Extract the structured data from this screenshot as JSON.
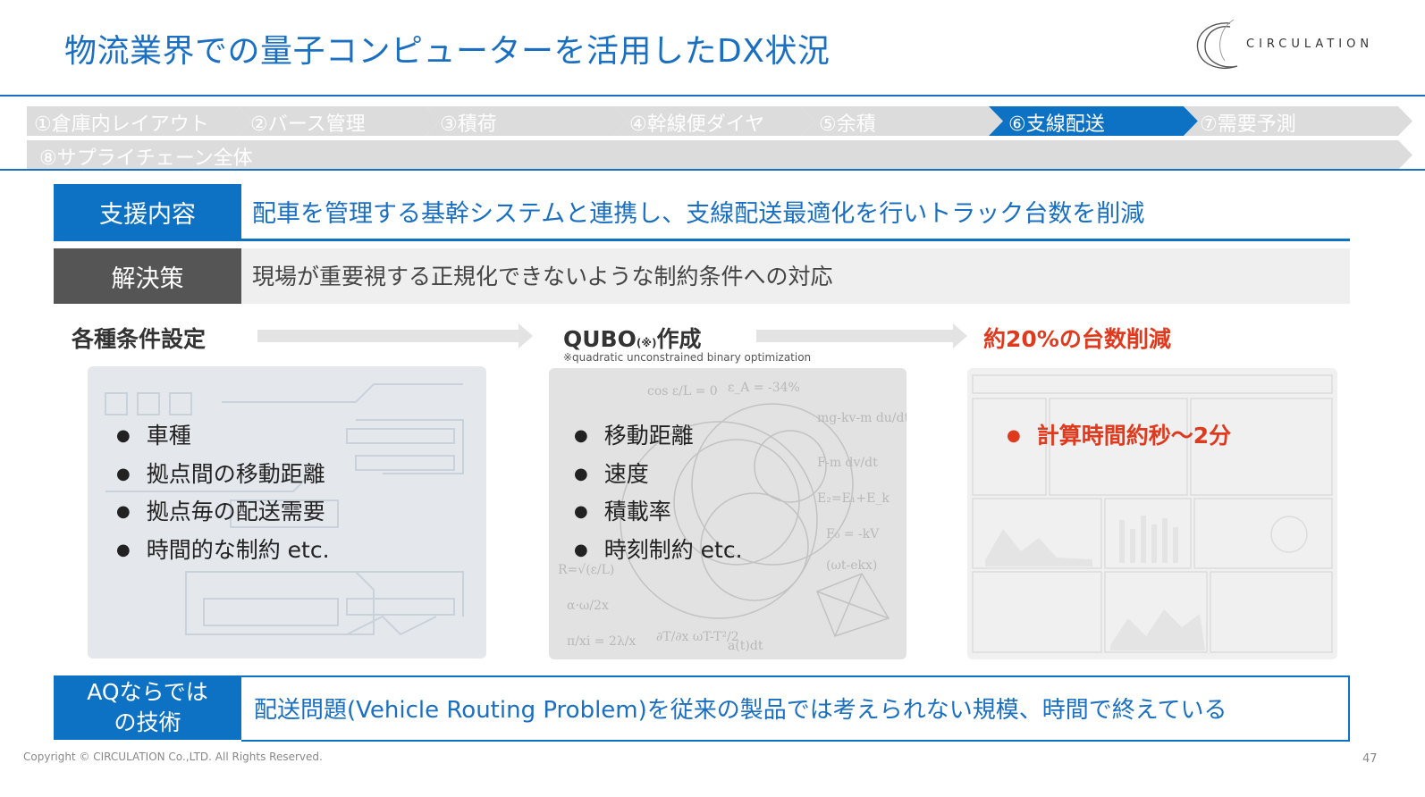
{
  "header": {
    "title": "物流業界での量子コンピューターを活用したDX状況",
    "logo_text": "CIRCULATION"
  },
  "steps": [
    {
      "label": "①倉庫内レイアウト",
      "active": false
    },
    {
      "label": "②バース管理",
      "active": false
    },
    {
      "label": "③積荷",
      "active": false
    },
    {
      "label": "④幹線便ダイヤ",
      "active": false
    },
    {
      "label": "⑤余積",
      "active": false
    },
    {
      "label": "⑥支線配送",
      "active": true
    },
    {
      "label": "⑦需要予測",
      "active": false
    },
    {
      "label": "⑧サプライチェーン全体",
      "active": false
    }
  ],
  "support": {
    "tag": "支援内容",
    "text": "配車を管理する基幹システムと連携し、支線配送最適化を行いトラック台数を削減"
  },
  "solution": {
    "tag": "解決策",
    "text": "現場が重要視する正規化できないような制約条件への対応"
  },
  "flow": {
    "step1_title": "各種条件設定",
    "step2_title": "QUBO",
    "step2_sup": "(※)",
    "step2_suffix": "作成",
    "step2_note": "※quadratic unconstrained binary optimization",
    "step3_title": "約20%の台数削減"
  },
  "panel1": {
    "items": [
      "車種",
      "拠点間の移動距離",
      "拠点毎の配送需要",
      "時間的な制約  etc."
    ]
  },
  "panel2": {
    "items": [
      "移動距離",
      "速度",
      "積載率",
      "時刻制約  etc."
    ]
  },
  "panel3": {
    "items": [
      "計算時間約秒～2分"
    ]
  },
  "aq": {
    "tag_line1": "AQならでは",
    "tag_line2": "の技術",
    "text": "配送問題(Vehicle Routing Problem)を従来の製品では考えられない規模、時間で終えている"
  },
  "footer": {
    "copyright": "Copyright © CIRCULATION Co.,LTD. All Rights Reserved.",
    "page": "47"
  },
  "colors": {
    "accent": "#0e72c4",
    "title": "#1a6fc0",
    "highlight": "#e03a1e",
    "dark_tag": "#555555"
  }
}
